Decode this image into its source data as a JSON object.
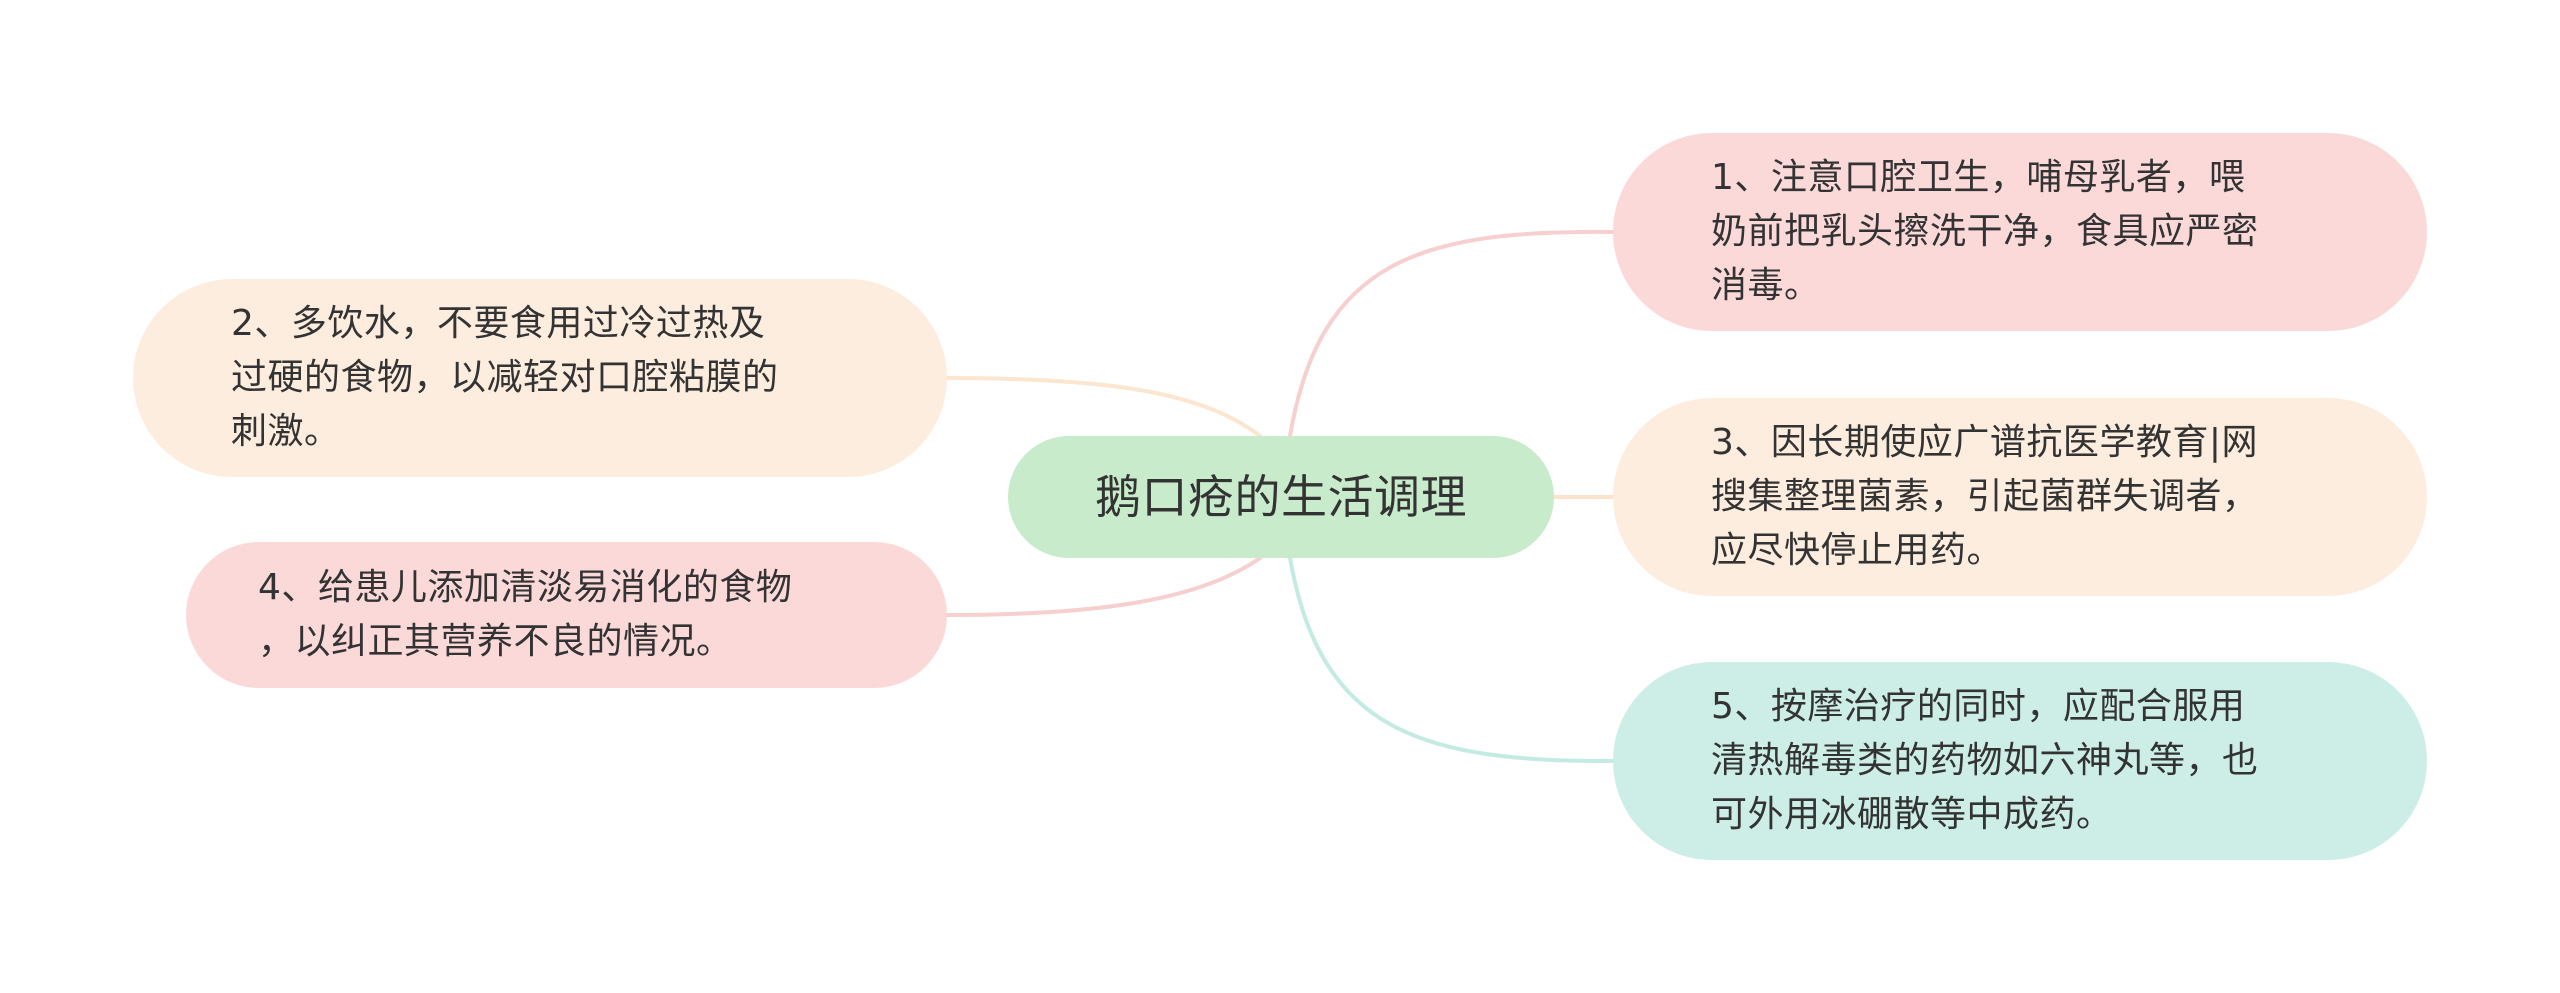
{
  "mindmap": {
    "center": {
      "label": "鹅口疮的生活调理",
      "color": "#c8ebcb"
    },
    "right": [
      {
        "label": "1、注意口腔卫生，哺母乳者，喂\n奶前把乳头擦洗干净，食具应严密\n消毒。",
        "color": "#fbd9d9",
        "line_color": "#f6cfcf"
      },
      {
        "label": "3、因长期使应广谱抗医学教育|网\n搜集整理菌素，引起菌群失调者，\n应尽快停止用药。",
        "color": "#fdedde",
        "line_color": "#fbe3cc"
      },
      {
        "label": "5、按摩治疗的同时，应配合服用\n清热解毒类的药物如六神丸等，也\n可外用冰硼散等中成药。",
        "color": "#cdeee6",
        "line_color": "#c3ebe2"
      }
    ],
    "left": [
      {
        "label": "2、多饮水，不要食用过冷过热及\n过硬的食物，以减轻对口腔粘膜的\n刺激。",
        "color": "#fdedde",
        "line_color": "#fbe6cf"
      },
      {
        "label": "4、给患儿添加清淡易消化的食物\n，以纠正其营养不良的情况。",
        "color": "#fbd9d9",
        "line_color": "#f6cfcf"
      }
    ]
  }
}
